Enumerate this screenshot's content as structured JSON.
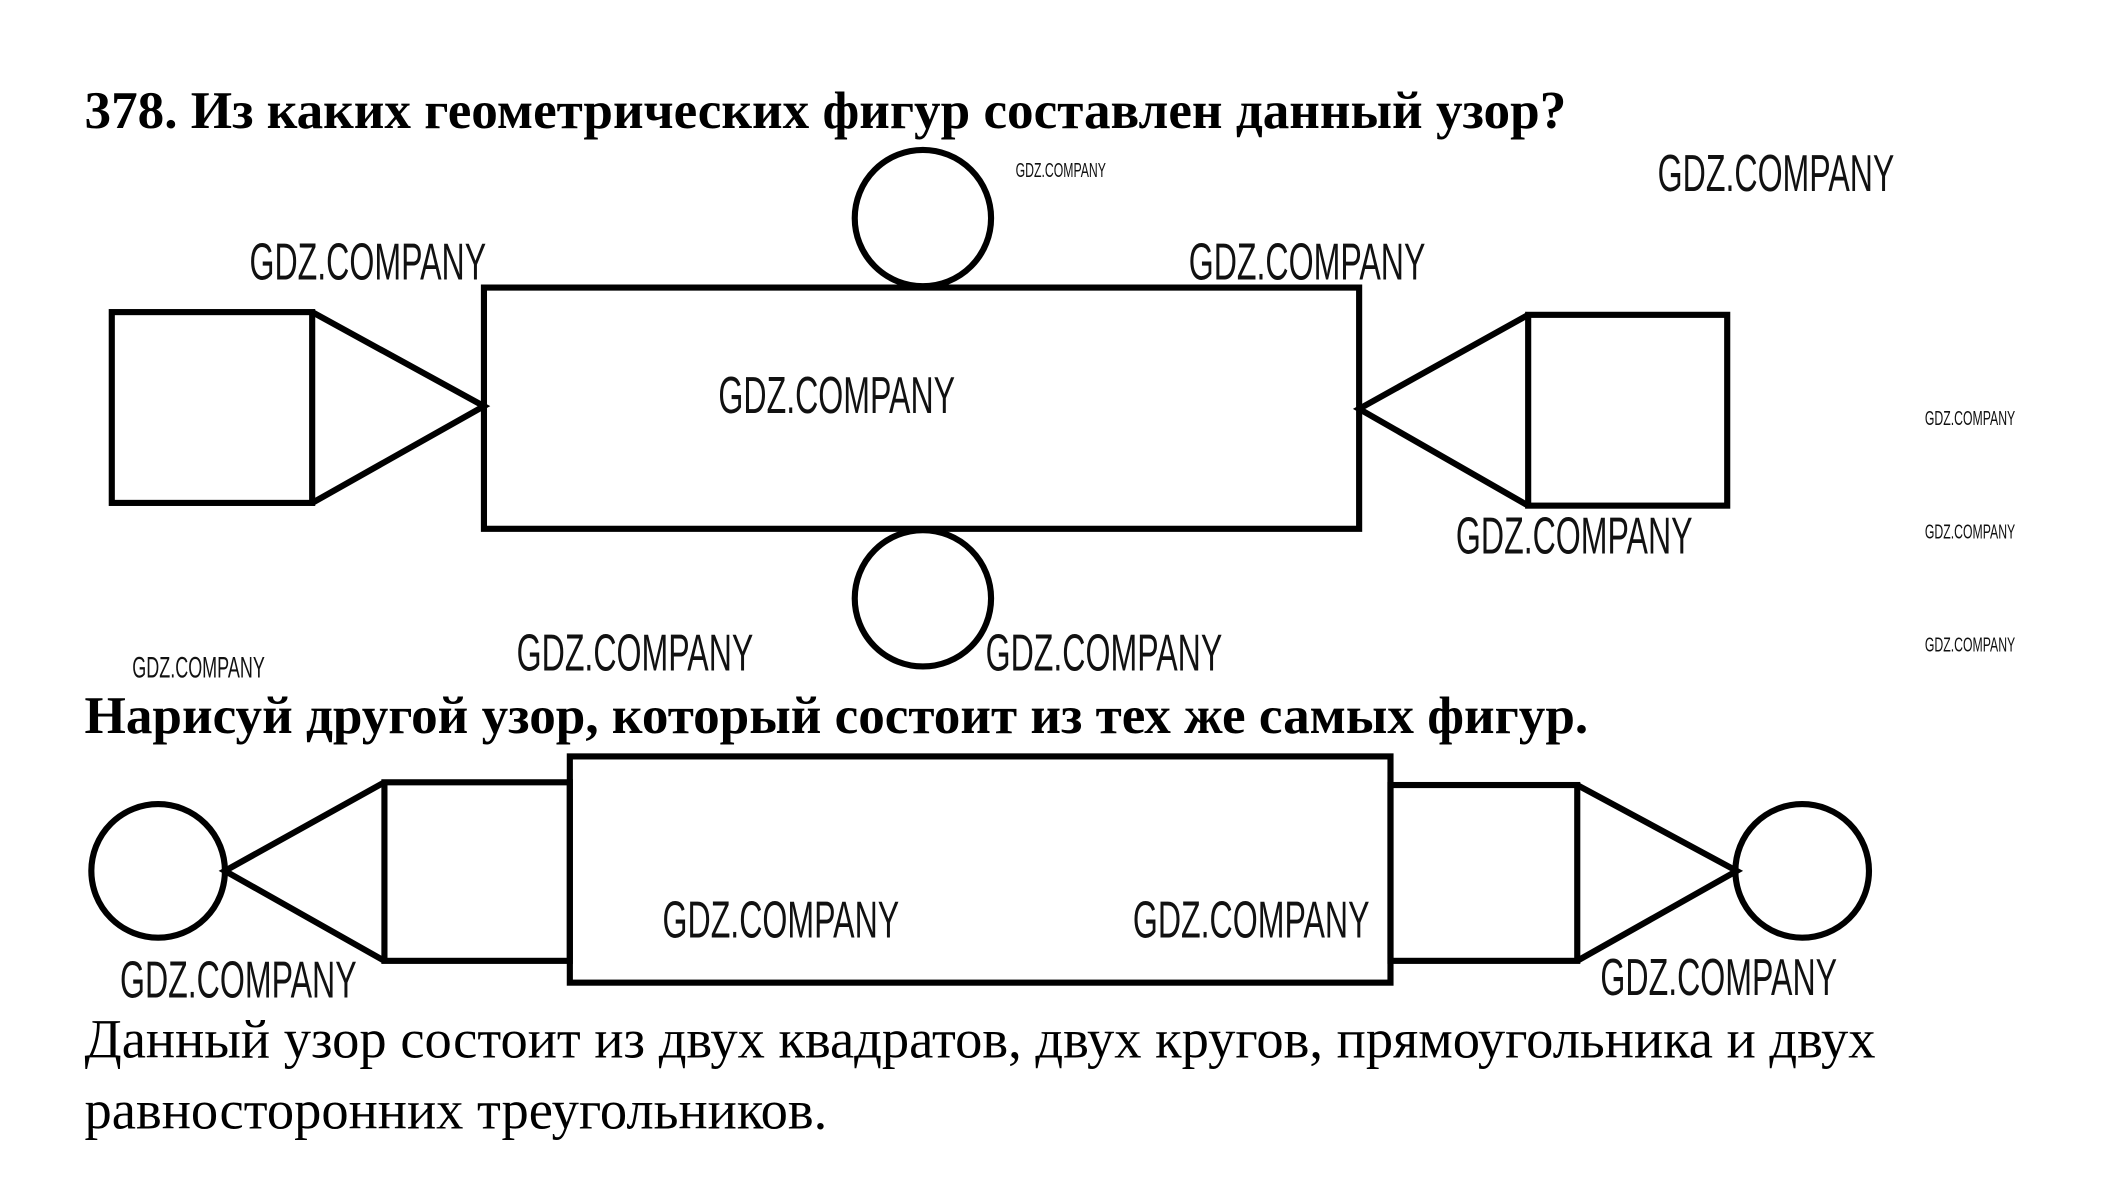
{
  "task": {
    "title": "378. Из каких геометрических фигур составлен данный узор?",
    "subtitle": "Нарисуй другой узор, который состоит из тех же самых фигур.",
    "answer_line1": "Данный узор состоит из двух квадратов, двух кругов, прямоугольника и двух",
    "answer_line2": "равносторонних треугольников."
  },
  "watermark": "GDZ.COMPANY"
}
